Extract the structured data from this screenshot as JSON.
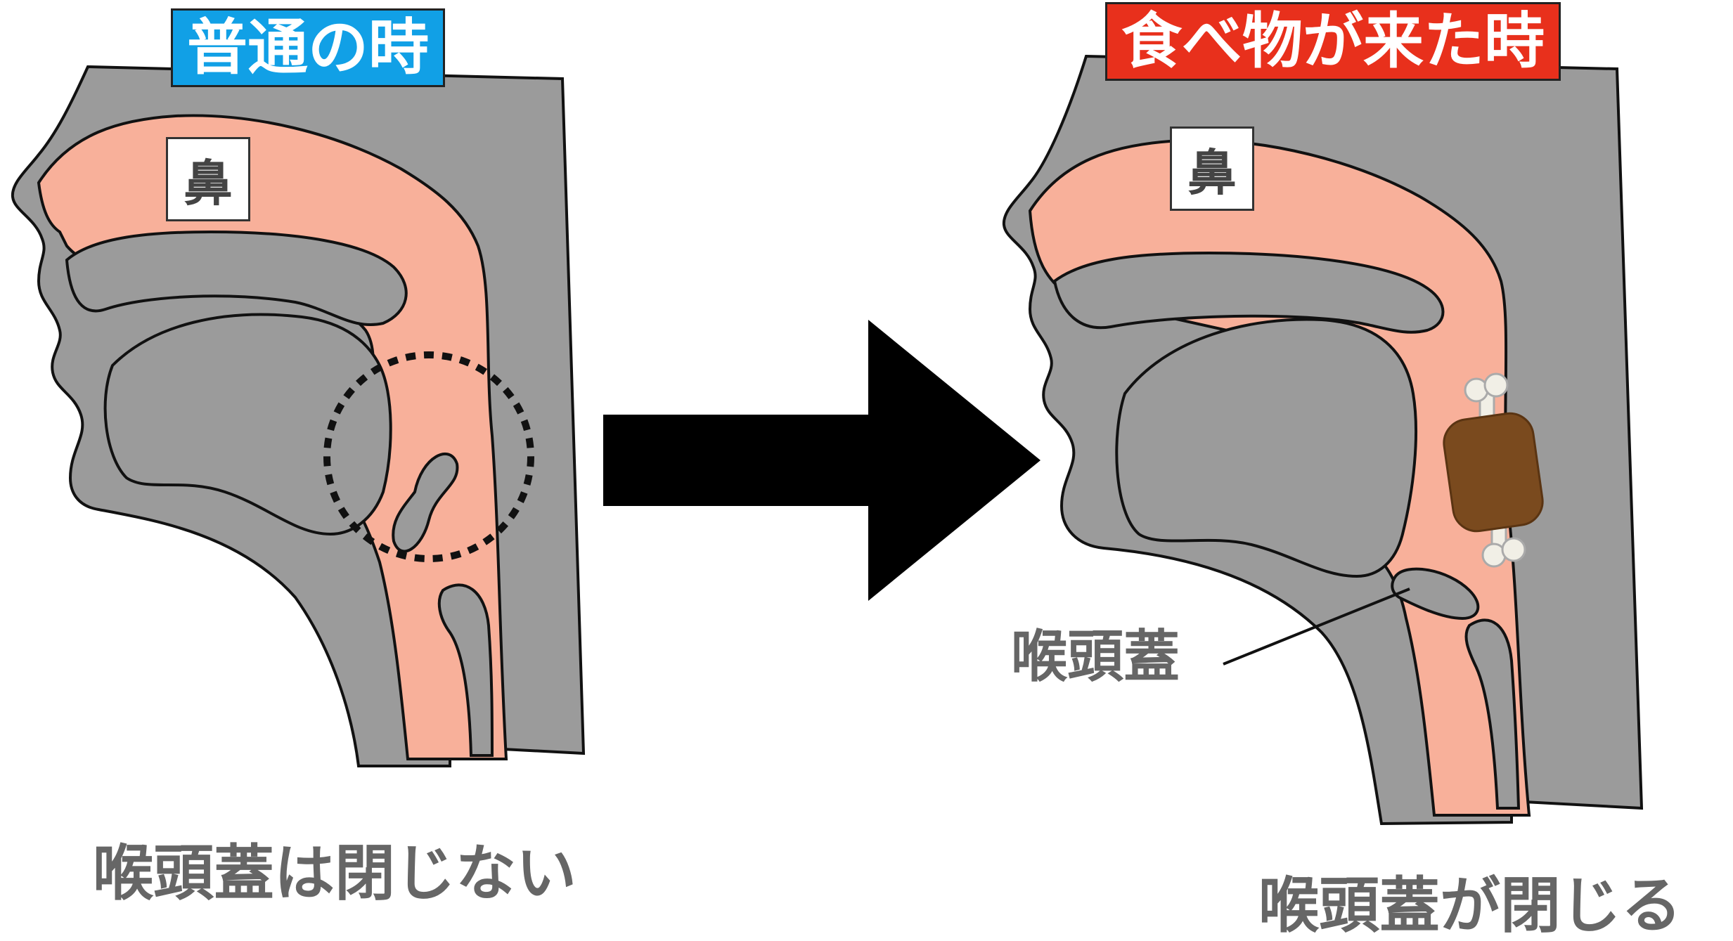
{
  "panels": {
    "left": {
      "title": "普通の時",
      "title_color": "#11a0e6",
      "nose_label": "鼻",
      "caption": "喉頭蓋は閉じない"
    },
    "right": {
      "title": "食べ物が来た時",
      "title_color": "#e8301c",
      "nose_label": "鼻",
      "caption": "喉頭蓋が閉じる",
      "pointer_label": "喉頭蓋"
    }
  },
  "colors": {
    "tissue": "#9b9b9b",
    "airway": "#f8b09a",
    "outline": "#111111",
    "food": "#7a4a1e",
    "bone": "#f1efe6"
  },
  "icons": {
    "transition_arrow": "arrow-right-icon",
    "food": "meat-on-bone-icon"
  }
}
